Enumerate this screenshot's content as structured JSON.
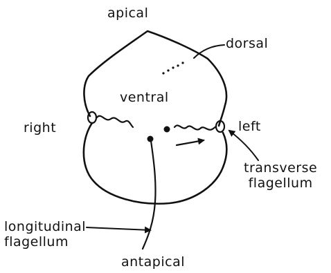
{
  "labels": {
    "apical": "apical",
    "dorsal": "dorsal",
    "ventral": "ventral",
    "right": "right",
    "left": "left",
    "transverse_line1": "transverse",
    "transverse_line2": "flagellum",
    "longitudinal_line1": "longitudinal",
    "longitudinal_line2": "flagellum",
    "antapical": "antapical"
  },
  "colors": {
    "ink": "#111111",
    "background": "#ffffff"
  }
}
